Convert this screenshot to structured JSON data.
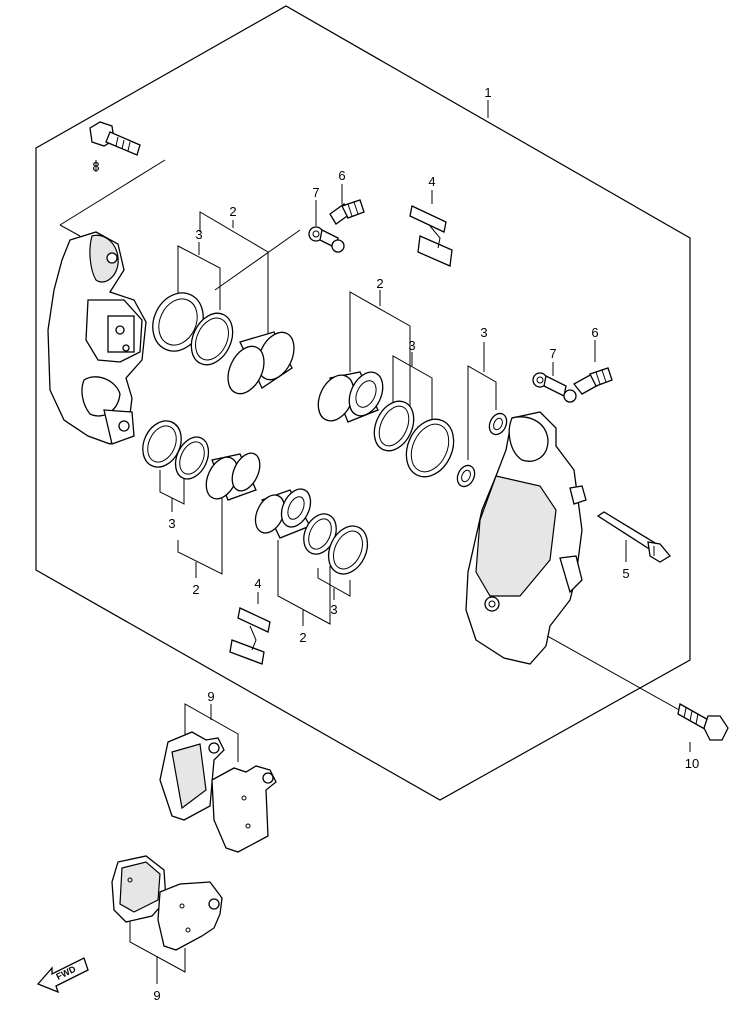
{
  "callouts": {
    "c1": "1",
    "c2a": "2",
    "c2b": "2",
    "c2c": "2",
    "c2d": "2",
    "c3a": "3",
    "c3b": "3",
    "c3c": "3",
    "c3d": "3",
    "c3e": "3",
    "c4a": "4",
    "c4b": "4",
    "c5": "5",
    "c6a": "6",
    "c6b": "6",
    "c7a": "7",
    "c7b": "7",
    "c8": "8",
    "c9a": "9",
    "c9b": "9",
    "c10": "10"
  },
  "fwd_label": "FWD"
}
